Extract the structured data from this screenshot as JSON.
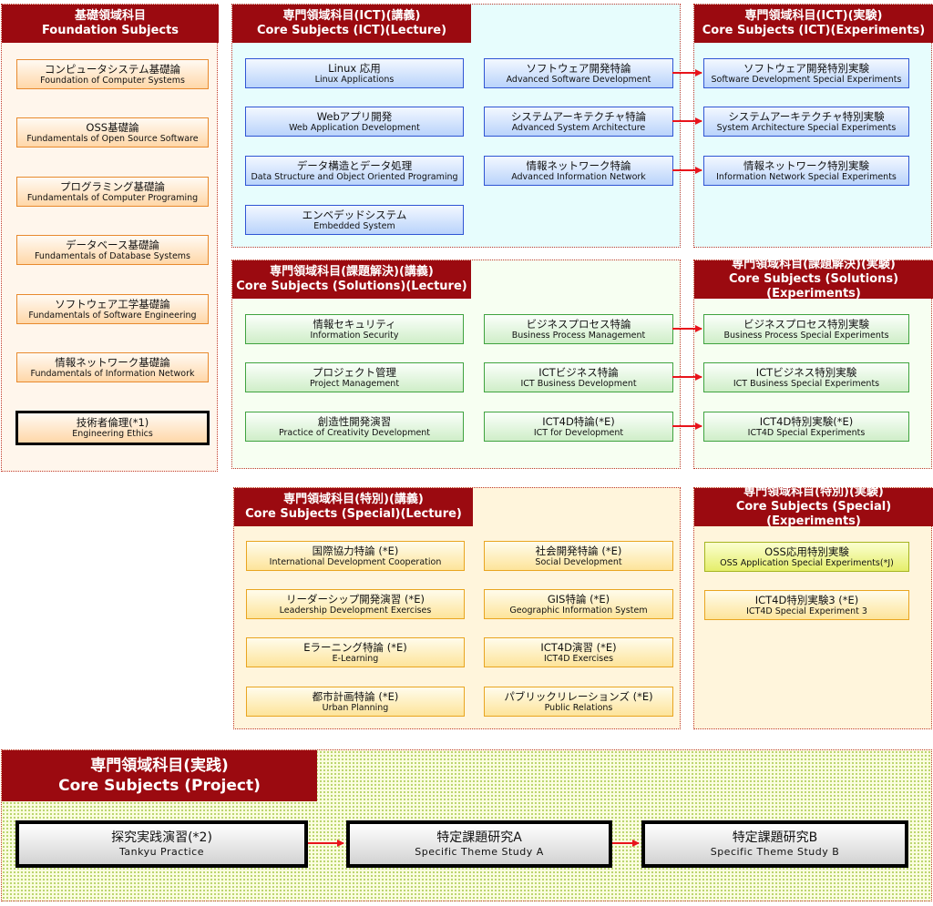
{
  "foundation": {
    "header": {
      "ja": "基礎領域科目",
      "en": "Foundation Subjects"
    },
    "items": [
      {
        "ja": "コンピュータシステム基礎論",
        "en": "Foundation of Computer Systems"
      },
      {
        "ja": "OSS基礎論",
        "en": "Fundamentals of Open Source Software"
      },
      {
        "ja": "プログラミング基礎論",
        "en": "Fundamentals of Computer Programing"
      },
      {
        "ja": "データベース基礎論",
        "en": "Fundamentals of Database Systems"
      },
      {
        "ja": "ソフトウェア工学基礎論",
        "en": "Fundamentals of Software Engineering"
      },
      {
        "ja": "情報ネットワーク基礎論",
        "en": "Fundamentals of Information Network"
      },
      {
        "ja": "技術者倫理(*1)",
        "en": "Engineering Ethics"
      }
    ]
  },
  "ict_lecture": {
    "header": {
      "ja": "専門領域科目(ICT)(講義)",
      "en": "Core Subjects (ICT)(Lecture)"
    },
    "left": [
      {
        "ja": "Linux 応用",
        "en": "Linux Applications"
      },
      {
        "ja": "Webアプリ開発",
        "en": "Web Application Development"
      },
      {
        "ja": "データ構造とデータ処理",
        "en": "Data Structure and Object Oriented Programing"
      },
      {
        "ja": "エンベデッドシステム",
        "en": "Embedded System"
      }
    ],
    "right": [
      {
        "ja": "ソフトウェア開発特論",
        "en": "Advanced Software Development"
      },
      {
        "ja": "システムアーキテクチャ特論",
        "en": "Advanced System Architecture"
      },
      {
        "ja": "情報ネットワーク特論",
        "en": "Advanced Information Network"
      }
    ]
  },
  "ict_exp": {
    "header": {
      "ja": "専門領域科目(ICT)(実験)",
      "en": "Core Subjects (ICT)(Experiments)"
    },
    "items": [
      {
        "ja": "ソフトウェア開発特別実験",
        "en": "Software Development Special Experiments"
      },
      {
        "ja": "システムアーキテクチャ特別実験",
        "en": "System Architecture Special Experiments"
      },
      {
        "ja": "情報ネットワーク特別実験",
        "en": "Information Network Special Experiments"
      }
    ]
  },
  "sol_lecture": {
    "header": {
      "ja": "専門領域科目(課題解決)(講義)",
      "en": "Core Subjects (Solutions)(Lecture)"
    },
    "left": [
      {
        "ja": "情報セキュリティ",
        "en": "Information Security"
      },
      {
        "ja": "プロジェクト管理",
        "en": "Project Management"
      },
      {
        "ja": "創造性開発演習",
        "en": "Practice of Creativity Development"
      }
    ],
    "right": [
      {
        "ja": "ビジネスプロセス特論",
        "en": "Business Process Management"
      },
      {
        "ja": "ICTビジネス特論",
        "en": "ICT Business Development"
      },
      {
        "ja": "ICT4D特論(*E)",
        "en": "ICT for Development"
      }
    ]
  },
  "sol_exp": {
    "header": {
      "ja": "専門領域科目(課題解決)(実験)",
      "en": "Core Subjects (Solutions)(Experiments)"
    },
    "items": [
      {
        "ja": "ビジネスプロセス特別実験",
        "en": "Business Process Special Experiments"
      },
      {
        "ja": "ICTビジネス特別実験",
        "en": "ICT Business Special Experiments"
      },
      {
        "ja": "ICT4D特別実験(*E)",
        "en": "ICT4D Special Experiments"
      }
    ]
  },
  "spe_lecture": {
    "header": {
      "ja": "専門領域科目(特別)(講義)",
      "en": "Core Subjects (Special)(Lecture)"
    },
    "left": [
      {
        "ja": "国際協力特論 (*E)",
        "en": "International Development Cooperation"
      },
      {
        "ja": "リーダーシップ開発演習 (*E)",
        "en": "Leadership Development Exercises"
      },
      {
        "ja": "Eラーニング特論 (*E)",
        "en": "E-Learning"
      },
      {
        "ja": "都市計画特論 (*E)",
        "en": "Urban Planning"
      }
    ],
    "right": [
      {
        "ja": "社会開発特論 (*E)",
        "en": "Social Development"
      },
      {
        "ja": "GIS特論 (*E)",
        "en": "Geographic Information System"
      },
      {
        "ja": "ICT4D演習 (*E)",
        "en": "ICT4D Exercises"
      },
      {
        "ja": "パブリックリレーションズ (*E)",
        "en": "Public Relations"
      }
    ]
  },
  "spe_exp": {
    "header": {
      "ja": "専門領域科目(特別)(実験)",
      "en": "Core Subjects (Special)(Experiments)"
    },
    "items": [
      {
        "ja": "OSS応用特別実験",
        "en": "OSS Application Special Experiments(*J)"
      },
      {
        "ja": "ICT4D特別実験3 (*E)",
        "en": "ICT4D Special Experiment 3"
      }
    ]
  },
  "project": {
    "header": {
      "ja": "専門領域科目(実践)",
      "en": "Core Subjects (Project)"
    },
    "items": [
      {
        "ja": "探究実践演習(*2)",
        "en": "Tankyu Practice"
      },
      {
        "ja": "特定課題研究A",
        "en": "Specific Theme Study A"
      },
      {
        "ja": "特定課題研究B",
        "en": "Specific Theme Study B"
      }
    ]
  },
  "colors": {
    "header": "#9b0a10",
    "arrow": "#e8141b"
  }
}
